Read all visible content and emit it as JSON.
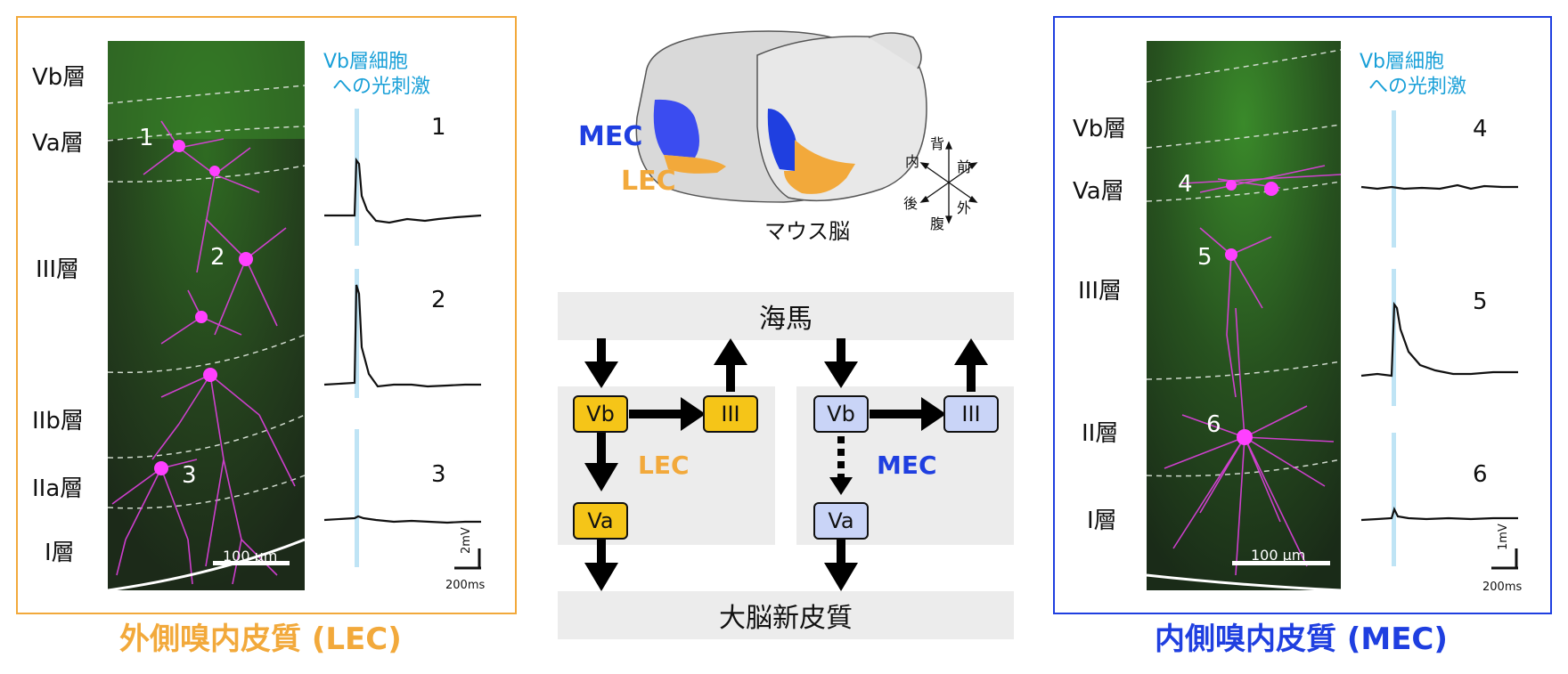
{
  "colors": {
    "lec": "#f2a93b",
    "mec": "#1f3fe0",
    "stim": "#1aa0d8",
    "stim_bar": "#bfe4f5",
    "lec_box": "#f5c518",
    "mec_box": "#c9d4f7",
    "band": "#ececec"
  },
  "lec_panel": {
    "title": "外側嗅内皮質 (LEC)",
    "layers": [
      "Vb層",
      "Va層",
      "III層",
      "IIb層",
      "IIa層",
      "I層"
    ],
    "stim_label_1": "Vb層細胞",
    "stim_label_2": "への光刺激",
    "cells": [
      "1",
      "2",
      "3"
    ],
    "traces": [
      "1",
      "2",
      "3"
    ],
    "image_scale": "100 µm",
    "trace_scale_v": "2mV",
    "trace_scale_t": "200ms"
  },
  "mec_panel": {
    "title": "内側嗅内皮質 (MEC)",
    "layers": [
      "Vb層",
      "Va層",
      "III層",
      "II層",
      "I層"
    ],
    "stim_label_1": "Vb層細胞",
    "stim_label_2": "への光刺激",
    "cells": [
      "4",
      "5",
      "6"
    ],
    "traces": [
      "4",
      "5",
      "6"
    ],
    "image_scale": "100 µm",
    "trace_scale_v": "1mV",
    "trace_scale_t": "200ms"
  },
  "brain": {
    "mec_label": "MEC",
    "lec_label": "LEC",
    "caption": "マウス脳",
    "orientation": {
      "up": "背",
      "down": "腹",
      "left_up": "内",
      "right_up": "前",
      "left_down": "後",
      "right_down": "外"
    }
  },
  "circuit": {
    "top": "海馬",
    "bottom": "大脳新皮質",
    "lec_label": "LEC",
    "mec_label": "MEC",
    "lec_boxes": {
      "vb": "Vb",
      "iii": "III",
      "va": "Va"
    },
    "mec_boxes": {
      "vb": "Vb",
      "iii": "III",
      "va": "Va"
    }
  }
}
